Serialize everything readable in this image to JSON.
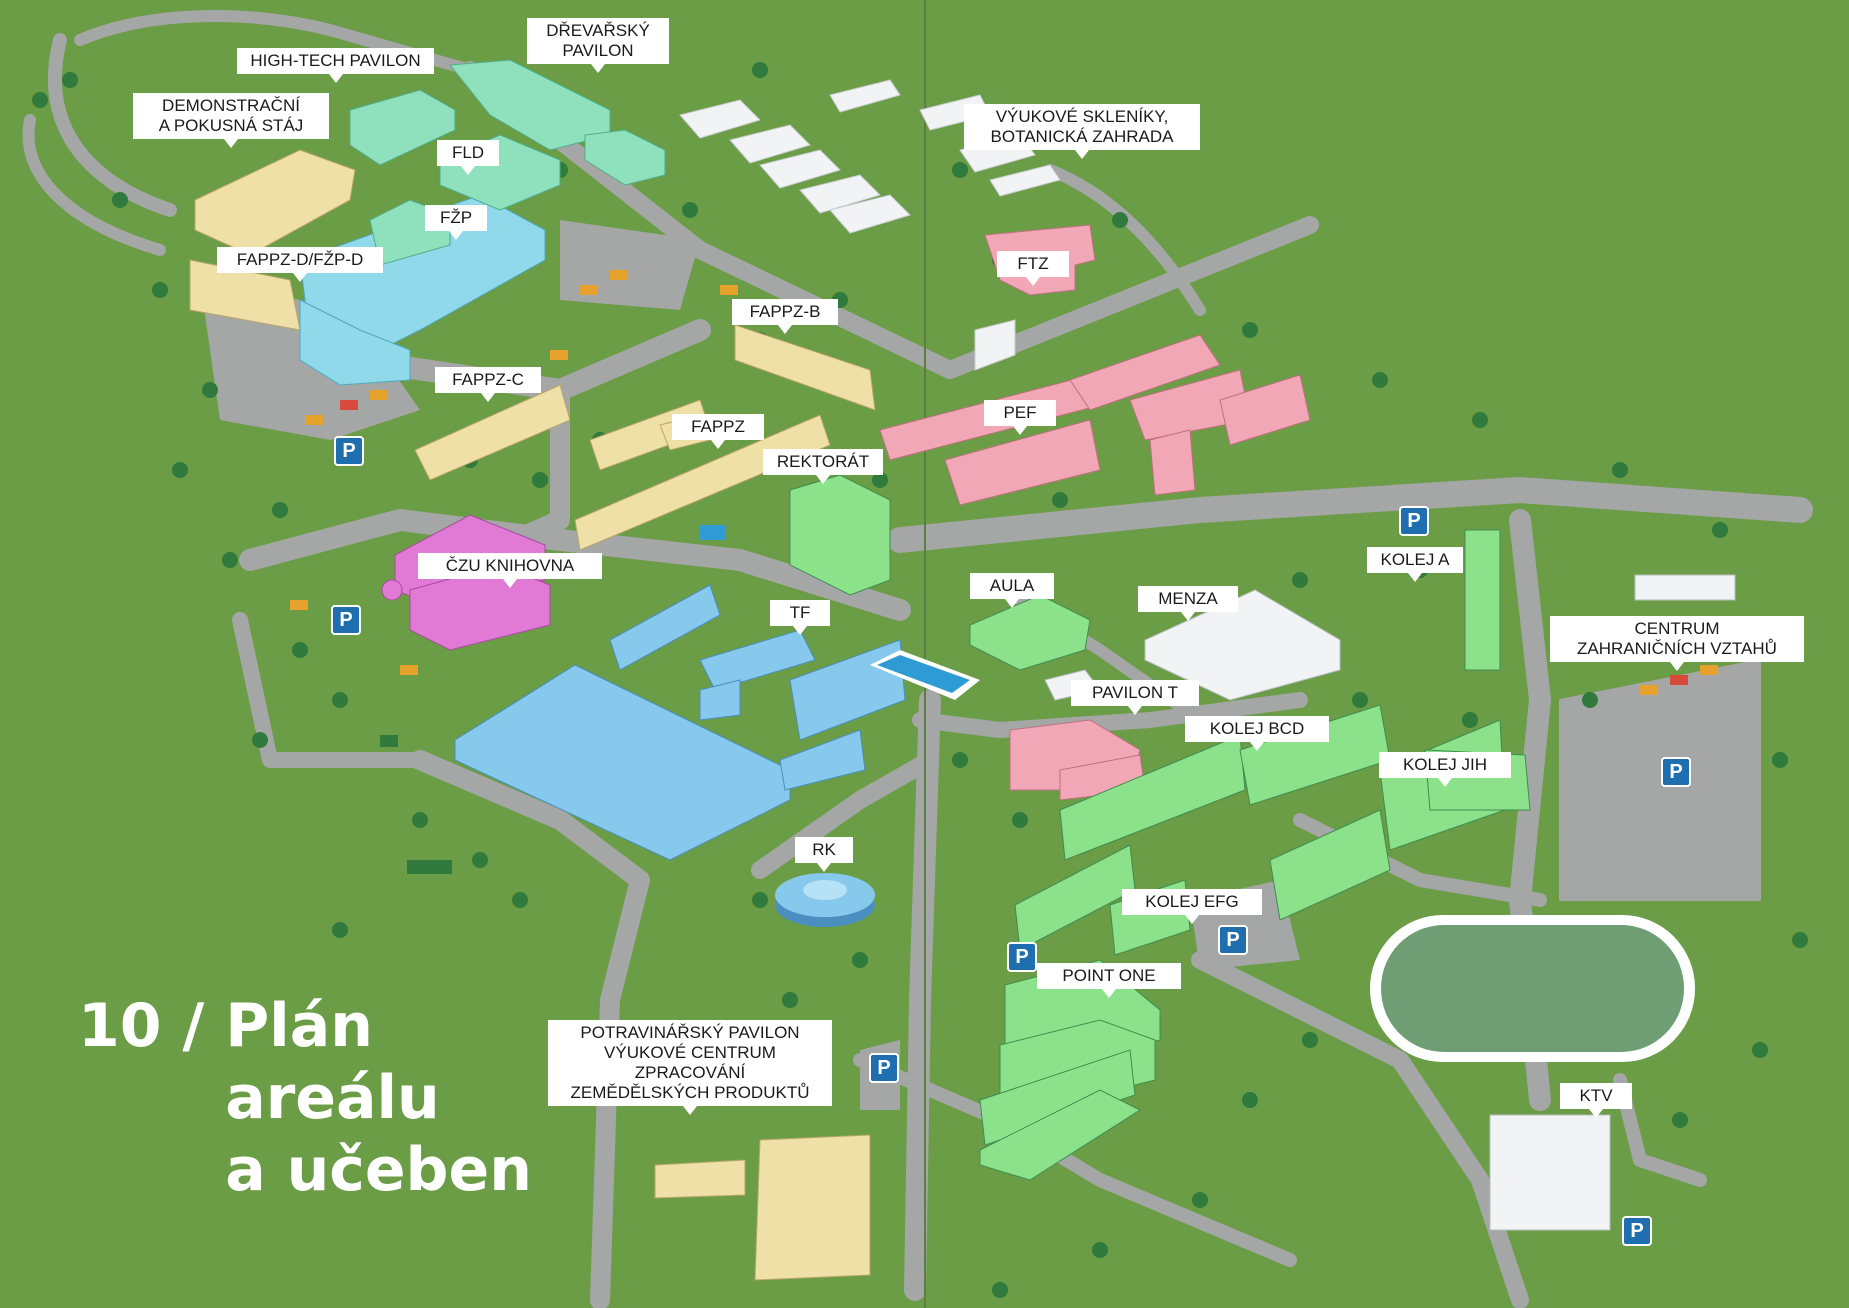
{
  "title": {
    "number": "10",
    "separator": "/",
    "text": "Plán\nareálu\na učeben"
  },
  "colors": {
    "grass": "#6a9a45",
    "road": "#a4a7a6",
    "building_beige": "#efe0a8",
    "building_cyan": "#8fd9ea",
    "building_mint": "#8fe0bd",
    "building_pink": "#f1a7b5",
    "building_magenta": "#e07ad4",
    "building_blue": "#86c9ec",
    "building_green": "#8be28b",
    "building_white": "#f1f3f4",
    "parking": "#1f6fb0",
    "track": "#6f9e74"
  },
  "parking_symbol": "P",
  "buildings": [
    {
      "id": "high-tech",
      "label": "HIGH-TECH PAVILON"
    },
    {
      "id": "drevarsky",
      "label": "DŘEVAŘSKÝ\nPAVILON"
    },
    {
      "id": "demonstracni",
      "label": "DEMONSTRAČNÍ\nA POKUSNÁ STÁJ"
    },
    {
      "id": "fld",
      "label": "FLD"
    },
    {
      "id": "fzp",
      "label": "FŽP"
    },
    {
      "id": "fappz-d",
      "label": "FAPPZ-D/FŽP-D"
    },
    {
      "id": "skleniky",
      "label": "VÝUKOVÉ SKLENÍKY,\nBOTANICKÁ ZAHRADA"
    },
    {
      "id": "ftz",
      "label": "FTZ"
    },
    {
      "id": "fappz-b",
      "label": "FAPPZ-B"
    },
    {
      "id": "fappz-c",
      "label": "FAPPZ-C"
    },
    {
      "id": "fappz",
      "label": "FAPPZ"
    },
    {
      "id": "pef",
      "label": "PEF"
    },
    {
      "id": "rektorat",
      "label": "REKTORÁT"
    },
    {
      "id": "knihovna",
      "label": "ČZU KNIHOVNA"
    },
    {
      "id": "kolej-a",
      "label": "KOLEJ A"
    },
    {
      "id": "aula",
      "label": "AULA"
    },
    {
      "id": "menza",
      "label": "MENZA"
    },
    {
      "id": "tf",
      "label": "TF"
    },
    {
      "id": "centrum",
      "label": "CENTRUM\nZAHRANIČNÍCH VZTAHŮ"
    },
    {
      "id": "pavilon-t",
      "label": "PAVILON T"
    },
    {
      "id": "kolej-bcd",
      "label": "KOLEJ BCD"
    },
    {
      "id": "kolej-jih",
      "label": "KOLEJ JIH"
    },
    {
      "id": "rk",
      "label": "RK"
    },
    {
      "id": "kolej-efg",
      "label": "KOLEJ EFG"
    },
    {
      "id": "point-one",
      "label": "POINT ONE"
    },
    {
      "id": "potravinarsky",
      "label": "POTRAVINÁŘSKÝ PAVILON\nVÝUKOVÉ CENTRUM\nZPRACOVÁNÍ\nZEMĚDĚLSKÝCH PRODUKTŮ"
    },
    {
      "id": "ktv",
      "label": "KTV"
    }
  ]
}
